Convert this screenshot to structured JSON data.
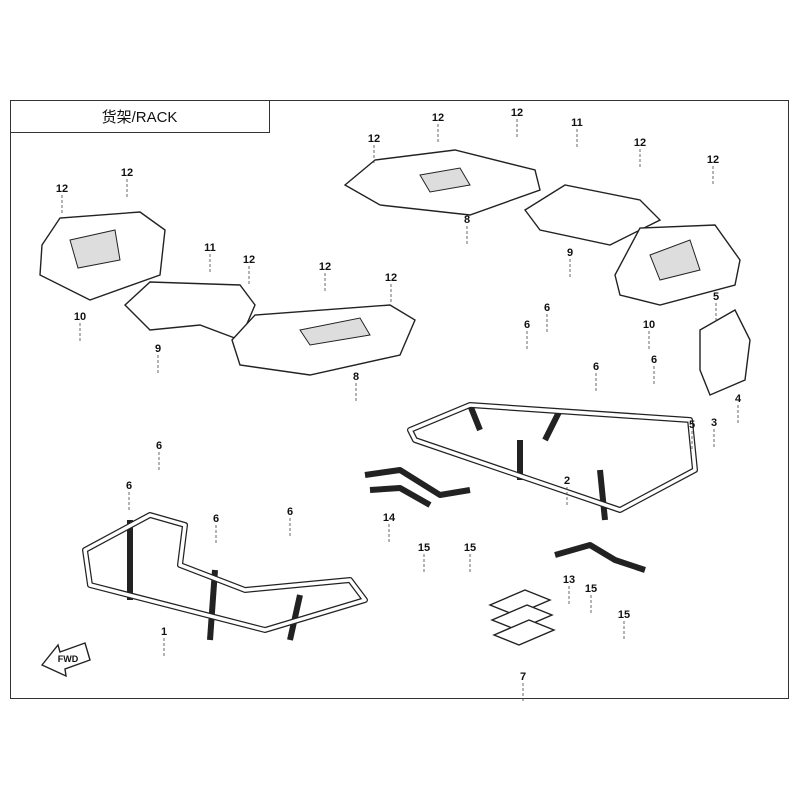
{
  "title": "货架/RACK",
  "fwd_label": "FWD",
  "callouts": [
    "12",
    "12",
    "11",
    "12",
    "10",
    "9",
    "12",
    "12",
    "8",
    "12",
    "12",
    "12",
    "8",
    "11",
    "12",
    "12",
    "9",
    "10",
    "5",
    "4",
    "3",
    "5",
    "6",
    "6",
    "6",
    "6",
    "2",
    "14",
    "15",
    "15",
    "13",
    "15",
    "15",
    "7",
    "6",
    "6",
    "6",
    "6",
    "1"
  ]
}
